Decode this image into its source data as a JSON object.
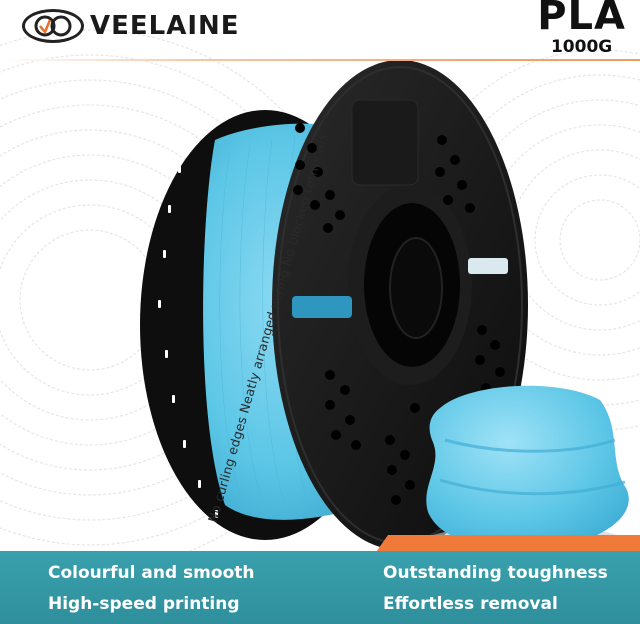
{
  "brand": {
    "name": "VEELAINE",
    "logo_icon": "ve-monogram-icon"
  },
  "product": {
    "material": "PLA",
    "weight": "1000G"
  },
  "tagline": "No curling edges Neatly arranged wiring No blocked terminals",
  "features": [
    "Colourful and smooth",
    "Outstanding toughness",
    "High-speed printing",
    "Effortless removal"
  ],
  "colors": {
    "filament": "#5cc6e6",
    "spool": "#151515",
    "footer": "#3aa0ad",
    "accent": "#ef7a3a"
  }
}
